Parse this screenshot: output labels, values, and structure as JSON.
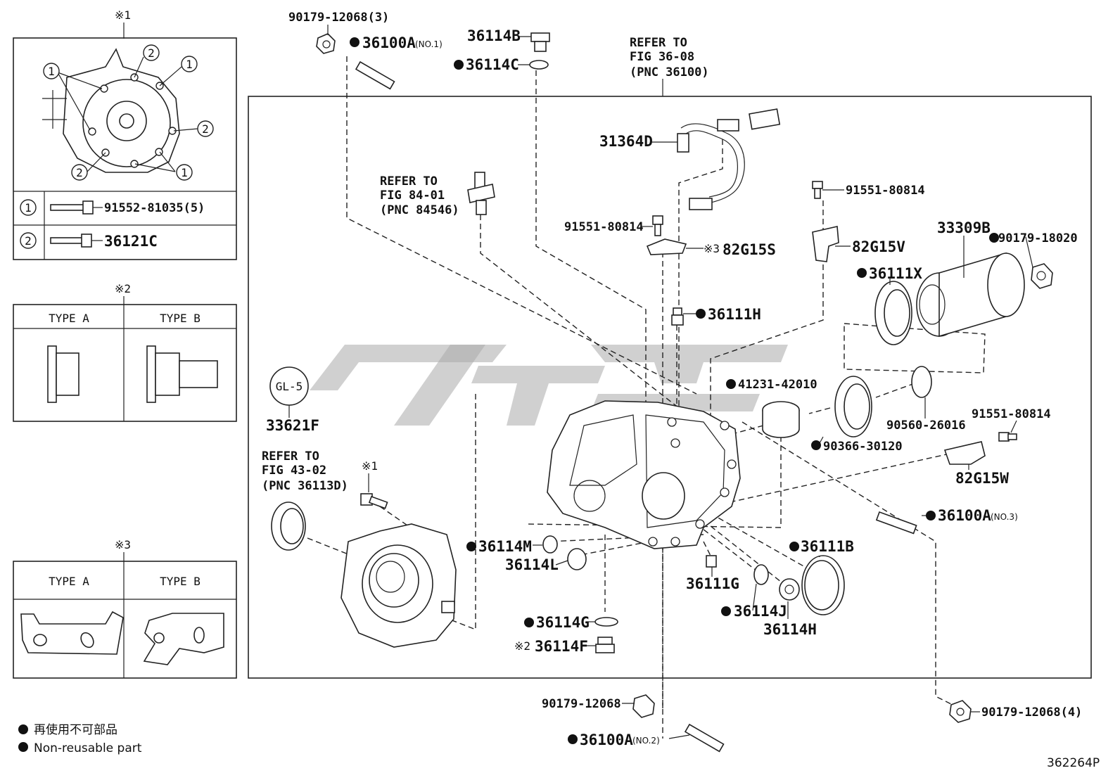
{
  "insets": {
    "n1": {
      "mark": "※1",
      "rows": [
        {
          "num": "1",
          "part": "91552-81035(5)"
        },
        {
          "num": "2",
          "part": "36121C"
        }
      ]
    },
    "n2": {
      "mark": "※2",
      "type_a": "TYPE A",
      "type_b": "TYPE B"
    },
    "n3": {
      "mark": "※3",
      "type_a": "TYPE A",
      "type_b": "TYPE B"
    }
  },
  "labels": {
    "p90179_12068_3": "90179-12068(3)",
    "p36100a_no1": "36100A",
    "no1": "(NO.1)",
    "p36114b": "36114B",
    "p36114c": "36114C",
    "refer1": [
      "REFER TO",
      "FIG 36-08",
      "(PNC 36100)"
    ],
    "p31364d": "31364D",
    "refer2": [
      "REFER TO",
      "FIG 84-01",
      "(PNC 84546)"
    ],
    "p91551_80814_a": "91551-80814",
    "p91551_80814_b": "91551-80814",
    "p91551_80814_c": "91551-80814",
    "mark3": "※3",
    "p82g15s": "82G15S",
    "p82g15v": "82G15V",
    "p33309b": "33309B",
    "p90179_18020": "90179-18020",
    "p36111x": "36111X",
    "p36111h": "36111H",
    "gl5": "GL-5",
    "p33621f": "33621F",
    "p41231_42010": "41231-42010",
    "p90560_26016": "90560-26016",
    "p90366_30120": "90366-30120",
    "p82g15w": "82G15W",
    "refer3": [
      "REFER TO",
      "FIG 43-02",
      "(PNC 36113D)"
    ],
    "mark1": "※1",
    "p36100a_no3": "36100A",
    "no3": "(NO.3)",
    "p36114m": "36114M",
    "p36114l": "36114L",
    "p36111b": "36111B",
    "p36111g": "36111G",
    "p36114j": "36114J",
    "p36114h": "36114H",
    "p36114g": "36114G",
    "mark2": "※2",
    "p36114f": "36114F",
    "p90179_12068": "90179-12068",
    "p90179_12068_4": "90179-12068(4)",
    "p36100a_no2": "36100A",
    "no2": "(NO.2)"
  },
  "legend": {
    "line1": "再使用不可部品",
    "line2": "Non-reusable part"
  },
  "figure_id": "362264P"
}
